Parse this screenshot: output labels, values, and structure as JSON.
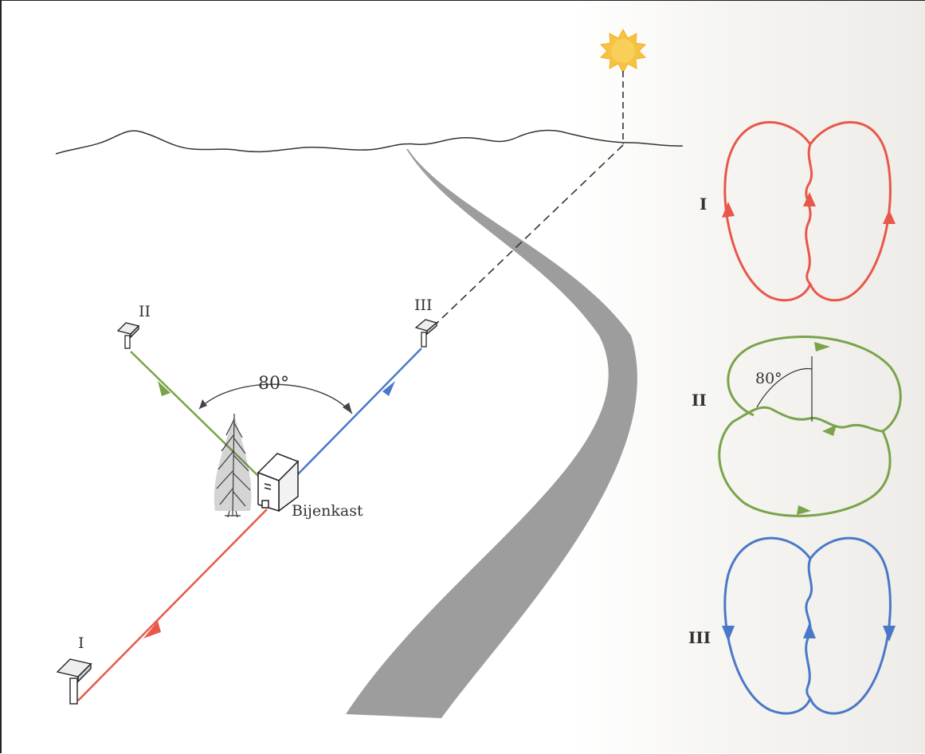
{
  "scene": {
    "hive_label": "Bijenkast",
    "angle_label": "80°",
    "feeders": [
      {
        "label": "I"
      },
      {
        "label": "II"
      },
      {
        "label": "III"
      }
    ]
  },
  "dances": [
    {
      "label": "I",
      "angle": ""
    },
    {
      "label": "II",
      "angle": "80°"
    },
    {
      "label": "III",
      "angle": ""
    }
  ],
  "colors": {
    "red": "#e8574a",
    "green": "#7aa34a",
    "blue": "#4a78c8",
    "road": "#9d9d9d",
    "sun": "#f6c243",
    "ink": "#333333"
  }
}
